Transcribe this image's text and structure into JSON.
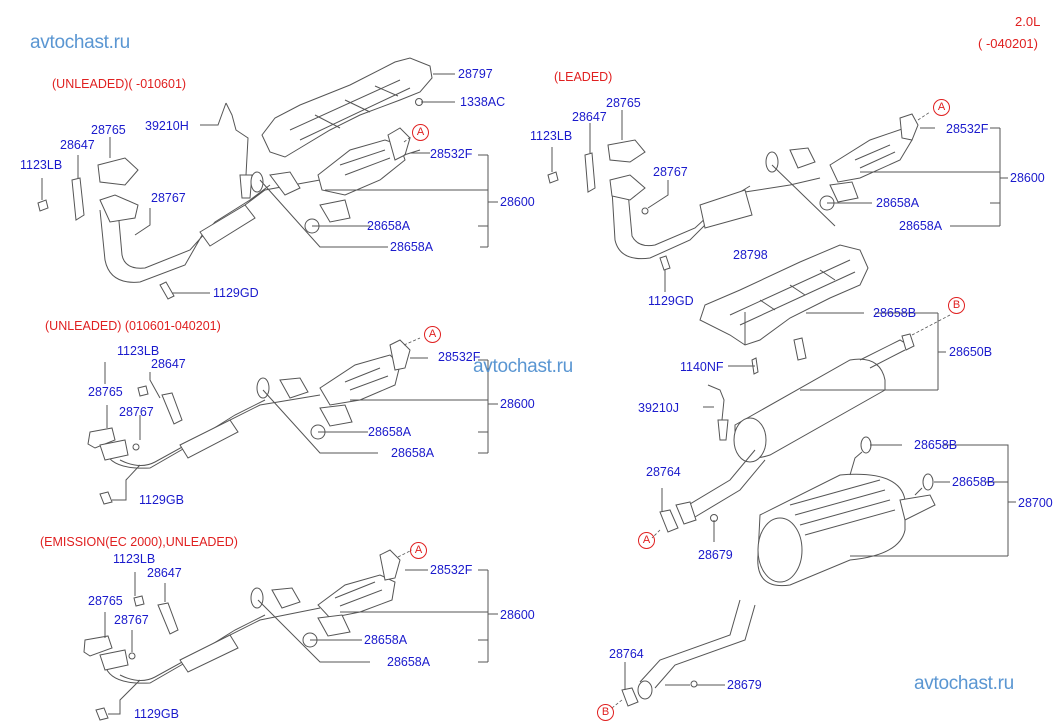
{
  "watermarks": [
    "avtochast.ru",
    "avtochast.ru",
    "avtochast.ru"
  ],
  "header": {
    "engine": "2.0L",
    "date_range": "( -040201)"
  },
  "sections": {
    "s1": {
      "title": "(UNLEADED)( -010601)",
      "labels": {
        "heat_shield": "28797",
        "nut": "1338AC",
        "o2_sensor": "39210H",
        "gasket": "28765",
        "bracket": "28647",
        "bolt_top": "1123LB",
        "nut_small": "28767",
        "bolt_bottom": "1129GD",
        "ref": "A",
        "stud": "28532F",
        "assembly": "28600",
        "hanger_1": "28658A",
        "hanger_2": "28658A"
      }
    },
    "s2": {
      "title": "(UNLEADED) (010601-040201)",
      "labels": {
        "bolt_top": "1123LB",
        "bracket": "28647",
        "gasket": "28765",
        "nut_small": "28767",
        "bolt_bottom": "1129GB",
        "ref": "A",
        "stud": "28532F",
        "assembly": "28600",
        "hanger_1": "28658A",
        "hanger_2": "28658A"
      }
    },
    "s3": {
      "title": "(EMISSION(EC 2000),UNLEADED)",
      "labels": {
        "bolt_top": "1123LB",
        "bracket": "28647",
        "gasket": "28765",
        "nut_small": "28767",
        "bolt_bottom": "1129GB",
        "ref": "A",
        "stud": "28532F",
        "assembly": "28600",
        "hanger_1": "28658A",
        "hanger_2": "28658A"
      }
    },
    "s4": {
      "title": "(LEADED)",
      "labels": {
        "gasket": "28765",
        "bracket": "28647",
        "bolt_top": "1123LB",
        "nut_small": "28767",
        "bolt_bottom": "1129GD",
        "ref": "A",
        "stud": "28532F",
        "assembly": "28600",
        "hanger_1": "28658A",
        "hanger_2": "28658A"
      }
    },
    "center_muffler": {
      "labels": {
        "heat_shield": "28798",
        "hanger": "28658B",
        "ref_b": "B",
        "assembly": "28650B",
        "bolt": "1140NF",
        "o2_sensor": "39210J"
      }
    },
    "rear_muffler": {
      "labels": {
        "gasket": "28764",
        "ref_a": "A",
        "nut": "28679",
        "hanger_1": "28658B",
        "hanger_2": "28658B",
        "assembly": "28700"
      }
    },
    "tail_pipe": {
      "labels": {
        "gasket": "28764",
        "ref_b": "B",
        "nut": "28679"
      }
    }
  }
}
